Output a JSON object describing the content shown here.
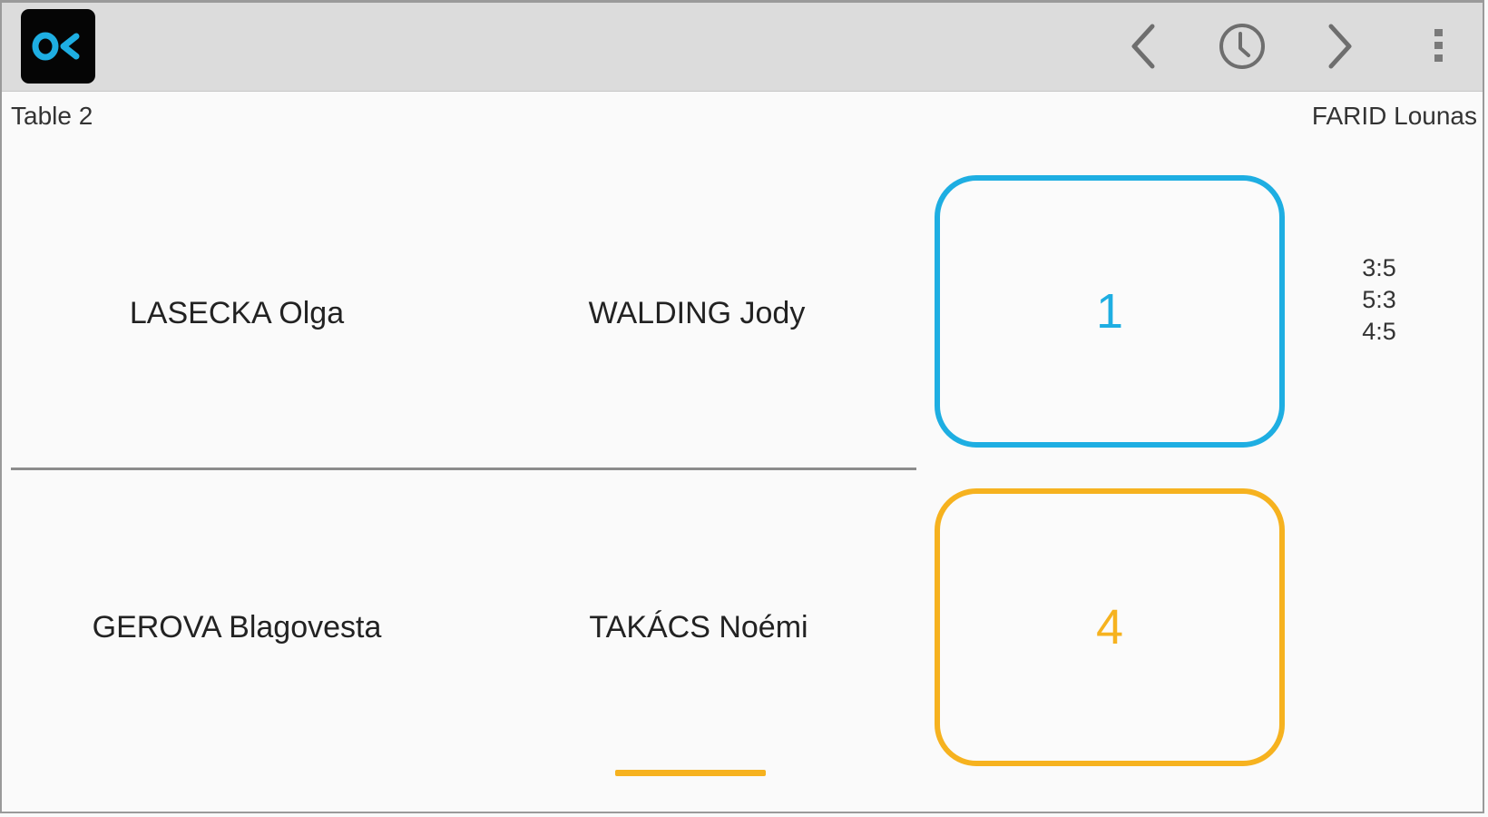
{
  "app": {
    "logo_text": "O<",
    "accent_color": "#1eaee2"
  },
  "toolbar": {
    "icons": [
      "chevron-left-icon",
      "clock-icon",
      "chevron-right-icon",
      "overflow-menu-icon"
    ]
  },
  "match": {
    "table_label": "Table 2",
    "umpire": "FARID Lounas",
    "team_top": {
      "players": [
        "LASECKA Olga",
        "WALDING Jody"
      ],
      "score": "1",
      "color": "#1eaee2"
    },
    "team_bottom": {
      "players": [
        "GEROVA Blagovesta",
        "TAKÁCS Noémi"
      ],
      "score": "4",
      "color": "#f6b21f"
    },
    "game_scores": [
      "3:5",
      "5:3",
      "4:5"
    ]
  }
}
